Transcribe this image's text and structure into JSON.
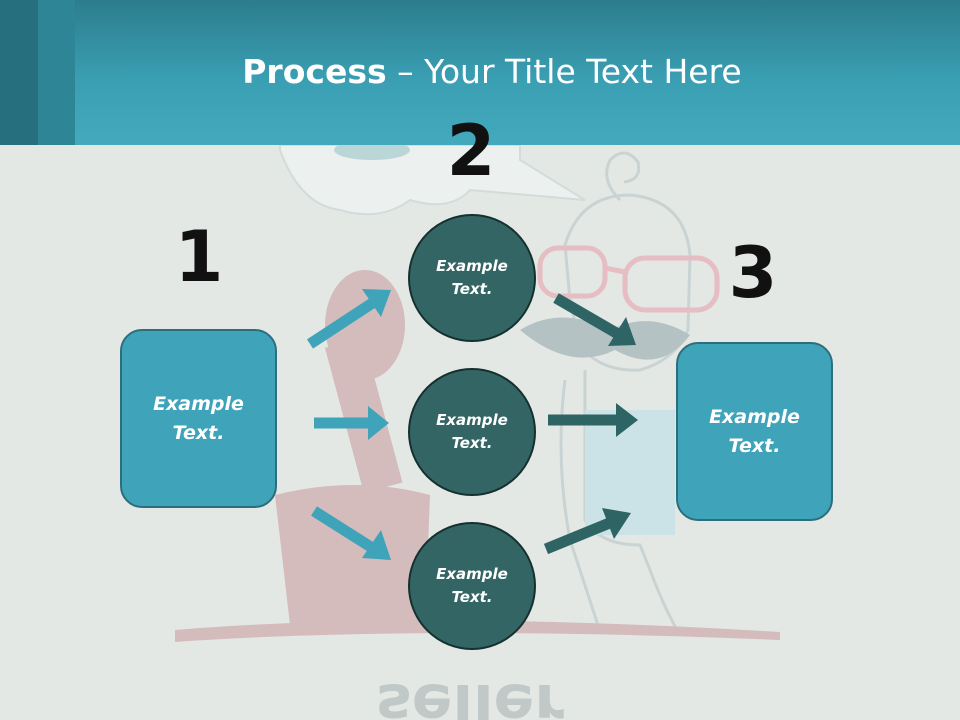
{
  "title": {
    "bold": "Process",
    "rest": " – Your Title Text Here"
  },
  "steps": {
    "one": "1",
    "two": "2",
    "three": "3"
  },
  "source_box": {
    "text": "Example\nText."
  },
  "circles": [
    {
      "text": "Example\nText."
    },
    {
      "text": "Example\nText."
    },
    {
      "text": "Example\nText."
    }
  ],
  "target_box": {
    "text": "Example\nText."
  },
  "background_word": "seller",
  "colors": {
    "header": "#3a9fb3",
    "box_fill": "#3fa3b9",
    "circle_fill": "#346565",
    "arrow_in": "#3fa3b9",
    "arrow_out": "#2f6464",
    "background": "#e3e8e4"
  }
}
